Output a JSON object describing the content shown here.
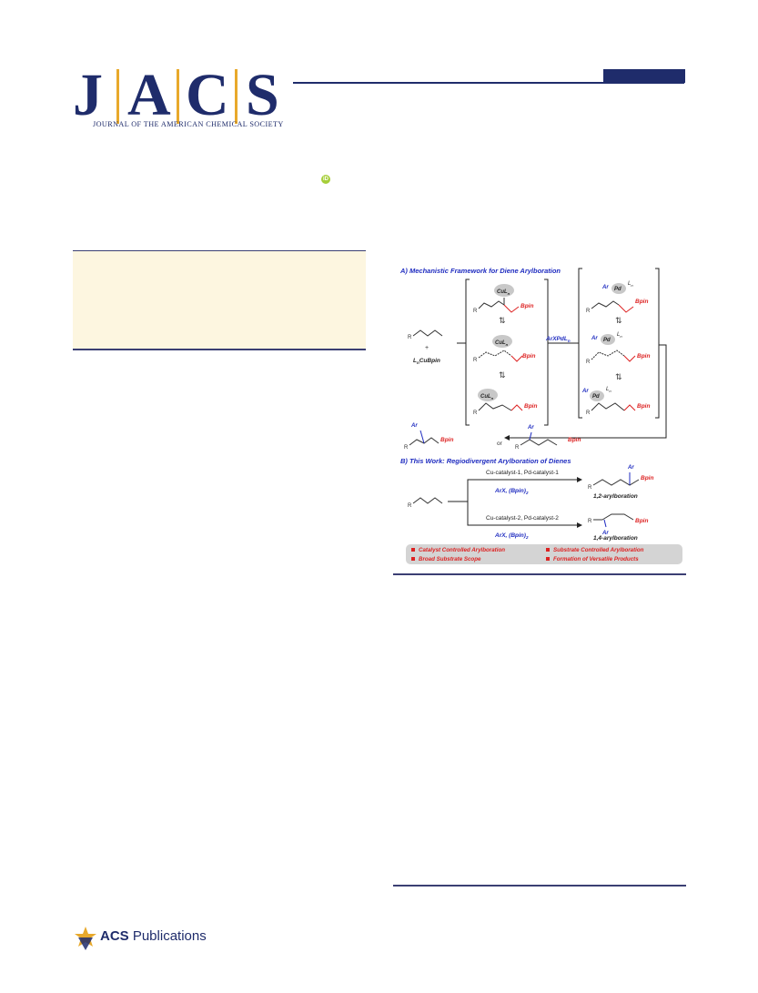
{
  "journal": {
    "letters": [
      "J",
      "A",
      "C",
      "S"
    ],
    "subtitle": "JOURNAL OF THE AMERICAN CHEMICAL SOCIETY"
  },
  "footer": {
    "publisher_bold": "ACS",
    "publisher_rest": " Publications"
  },
  "figure": {
    "panel_a": "A) Mechanistic Framework for Diene Arylboration",
    "panel_b": "B) This Work: Regiodivergent Arylboration of Dienes",
    "cu_catalyst_1": "Cu-catalyst-1, Pd-catalyst-1",
    "cu_catalyst_2": "Cu-catalyst-2, Pd-catalyst-2",
    "reagents": "ArX, (Bpin)",
    "reagents_sub": "2",
    "product_12": "1,2-arylboration",
    "product_14": "1,4-arylboration",
    "arxpd": "ArXPdL",
    "lncubpin": "CuBpin",
    "or": "or",
    "features": [
      "Catalyst Controlled Arylboration",
      "Substrate Controlled Arylboration",
      "Broad Substrate Scope",
      "Formation of Versatile Products"
    ]
  }
}
